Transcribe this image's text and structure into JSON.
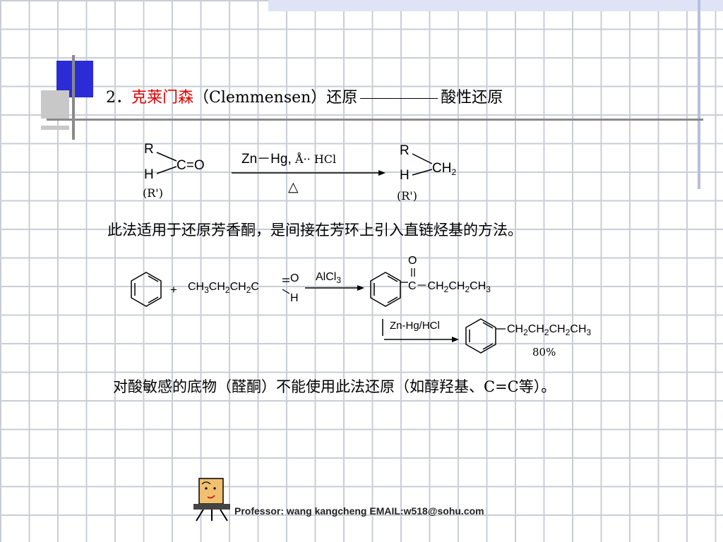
{
  "slide": {
    "title_num": "2．",
    "title_name": "克莱门森",
    "title_paren": "（Clemmensen）还原",
    "title_tail": "酸性还原",
    "line1": "此法适用于还原芳香酮，是间接在芳环上引入直链烃基的方法。",
    "line2": "对酸敏感的底物（醛酮）不能使用此法还原（如醇羟基、C=C等）。"
  },
  "reaction1": {
    "r": "R",
    "h": "H",
    "co": "C=O",
    "alt": "(R')",
    "reagent": "Zn－Hg,",
    "reagent_extra": "Å·· HCl",
    "heat": "△",
    "ch2": "CH"
  },
  "reaction2": {
    "plus": "+",
    "acyl": "CH",
    "o_label": "O",
    "h_label": "H",
    "alcl3": "AlCl",
    "ketone_o": "O",
    "ketone_chain": "C－CH",
    "znhg": "Zn-Hg/HCl",
    "product_chain": "CH",
    "yield": "80%"
  },
  "footer": {
    "text": "Professor: wang kangcheng EMAIL:w518@sohu.com"
  }
}
